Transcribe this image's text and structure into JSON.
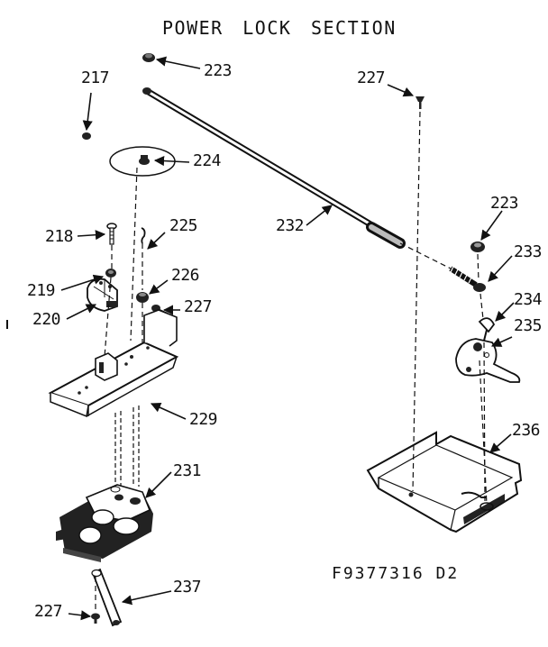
{
  "title": "POWER  LOCK SECTION",
  "drawing_number": "F9377316 D2",
  "parts": {
    "p217": "217",
    "p223_top": "223",
    "p224": "224",
    "p227_top": "227",
    "p218": "218",
    "p225": "225",
    "p219": "219",
    "p226": "226",
    "p227_mid": "227",
    "p220": "220",
    "p229": "229",
    "p231": "231",
    "p237": "237",
    "p227_bottom": "227",
    "p232": "232",
    "p223_right": "223",
    "p233": "233",
    "p234": "234",
    "p235": "235",
    "p236": "236"
  }
}
